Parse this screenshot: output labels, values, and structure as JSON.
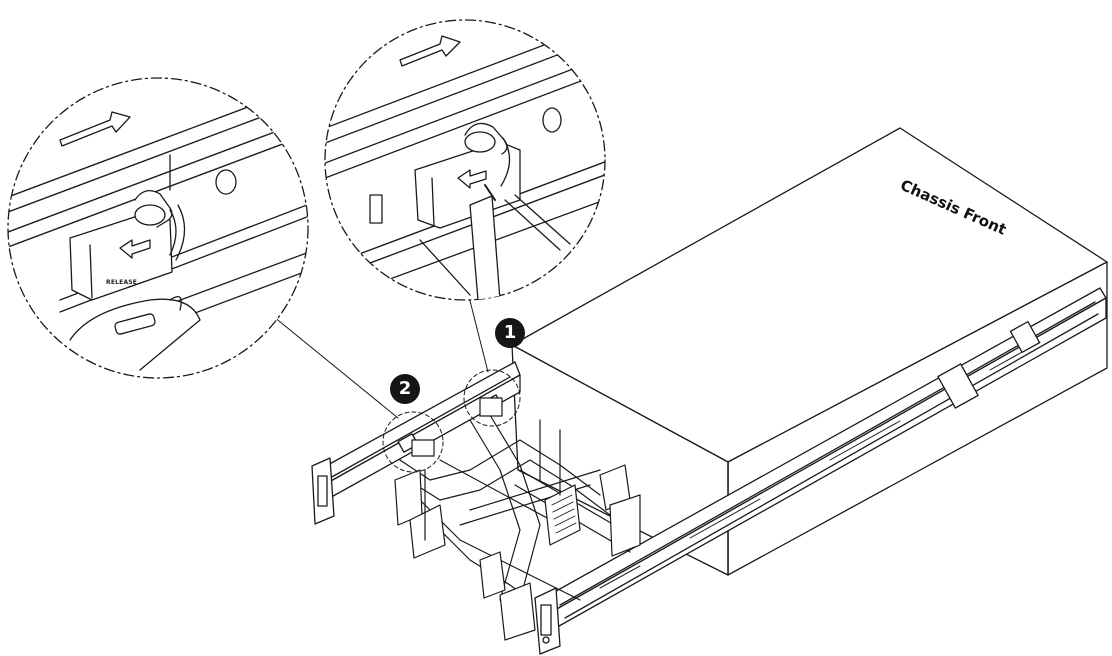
{
  "labels": {
    "chassis_front": "Chassis Front",
    "callout_1": "1",
    "callout_2": "2",
    "latch_text": "RELEASE"
  },
  "colors": {
    "line": "#1a1a1a",
    "callout_fill": "#151515",
    "chassis_fill": "#ffffff"
  },
  "icons": [
    "arrow-right-icon",
    "arrow-left-icon"
  ]
}
